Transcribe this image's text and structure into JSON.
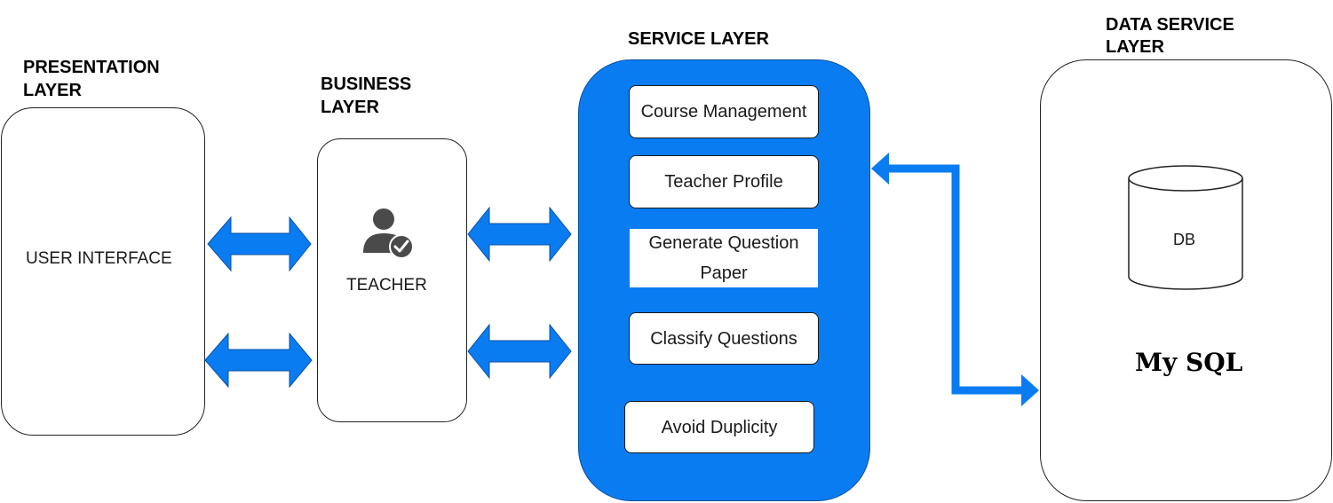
{
  "layers": {
    "presentation": {
      "title_line1": "PRESENTATION",
      "title_line2": "LAYER",
      "box_label": "USER INTERFACE"
    },
    "business": {
      "title_line1": "BUSINESS",
      "title_line2": "LAYER",
      "box_label": "TEACHER",
      "icon": "teacher-user-check-icon"
    },
    "service": {
      "title": "SERVICE LAYER",
      "items": [
        {
          "line1": "Course Management",
          "line2": ""
        },
        {
          "line1": "Teacher Profile",
          "line2": ""
        },
        {
          "line1": "Generate Question",
          "line2": "Paper"
        },
        {
          "line1": "Classify Questions",
          "line2": ""
        },
        {
          "line1": "Avoid Duplicity",
          "line2": ""
        }
      ]
    },
    "data_service": {
      "title_line1": "DATA SERVICE",
      "title_line2": "LAYER",
      "db_label": "DB",
      "db_name": "My SQL"
    }
  },
  "colors": {
    "accent": "#0a7cf2",
    "arrow": "#0a7cf2",
    "stroke": "#222222",
    "background": "#ffffff"
  }
}
